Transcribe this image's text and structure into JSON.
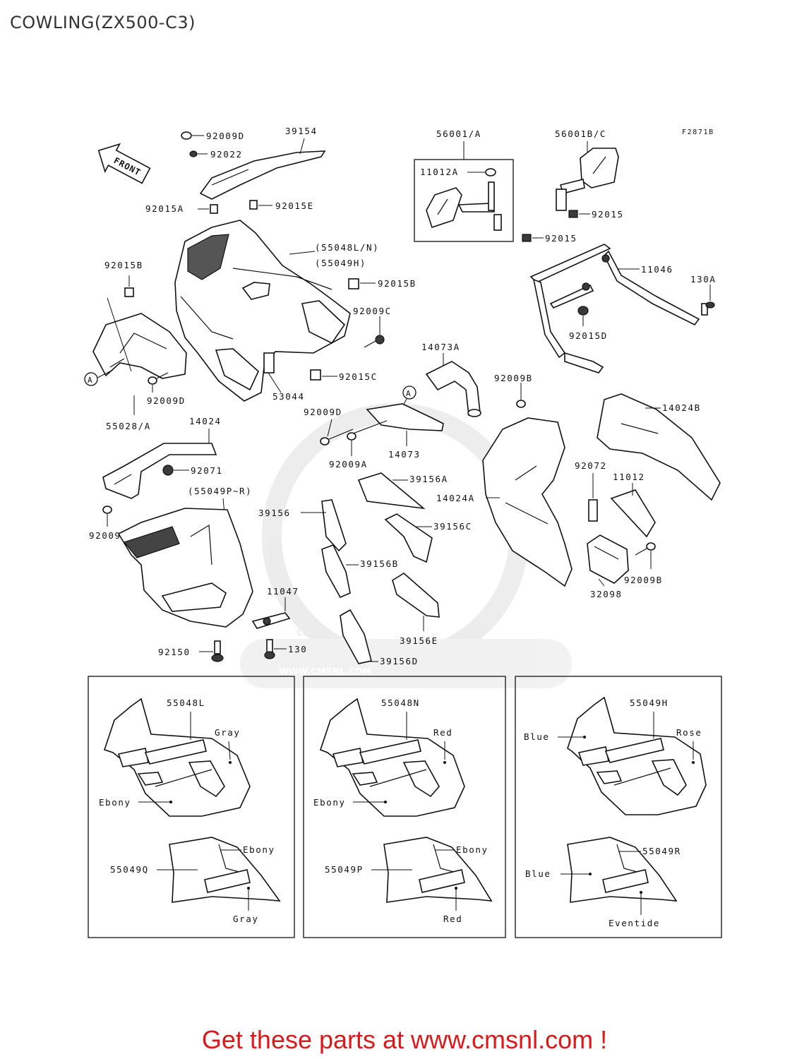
{
  "title": "COWLING(ZX500-C3)",
  "figure_code": "F2871B",
  "front_arrow_label": "FRONT",
  "ref_marker": "A",
  "watermark": {
    "brand": "CMS",
    "url": "WWW.CMSNL.COM"
  },
  "labels": {
    "p92009D_top": "92009D",
    "p92022": "92022",
    "p39154": "39154",
    "p92015A": "92015A",
    "p92015E": "92015E",
    "p56001A": "56001/A",
    "p11012A": "11012A",
    "p56001BC": "56001B/C",
    "p92015_r1": "92015",
    "p92015_r2": "92015",
    "p11046": "11046",
    "p130A": "130A",
    "p92015D": "92015D",
    "p55048LN": "(55048L/N)",
    "p55049H_main": "(55049H)",
    "p92015B_l": "92015B",
    "p92015B_r": "92015B",
    "p92009C": "92009C",
    "p92009D_l": "92009D",
    "p92015C": "92015C",
    "p53044": "53044",
    "p55028A": "55028/A",
    "p14024": "14024",
    "p92071": "92071",
    "p55049PR": "(55049P~R)",
    "p92009": "92009",
    "p14073A": "14073A",
    "p92009D_c": "92009D",
    "p92009A": "92009A",
    "p14073": "14073",
    "p39156A": "39156A",
    "p14024A": "14024A",
    "p39156": "39156",
    "p39156C": "39156C",
    "p39156B": "39156B",
    "p39156E": "39156E",
    "p39156D": "39156D",
    "p11047": "11047",
    "p92150": "92150",
    "p130": "130",
    "p92009B_t": "92009B",
    "p14024B": "14024B",
    "p92072": "92072",
    "p11012": "11012",
    "p92009B_b": "92009B",
    "p32098": "32098"
  },
  "variants": [
    {
      "upper": "55048L",
      "upper_color": "Gray",
      "upper_base": "Ebony",
      "lower": "55049Q",
      "lower_color1": "Ebony",
      "lower_color2": "Gray"
    },
    {
      "upper": "55048N",
      "upper_color": "Red",
      "upper_base": "Ebony",
      "lower": "55049P",
      "lower_color1": "Ebony",
      "lower_color2": "Red"
    },
    {
      "upper": "55049H",
      "upper_color1": "Blue",
      "upper_color2": "Rose",
      "lower": "55049R",
      "lower_color1": "Blue",
      "lower_color2": "Eventide"
    }
  ],
  "footer": "Get these parts at www.cmsnl.com !",
  "colors": {
    "footer_text": "#d81a1a",
    "line": "#111111"
  }
}
